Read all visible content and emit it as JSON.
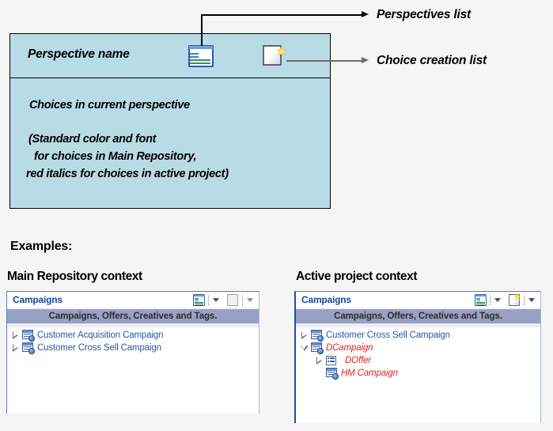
{
  "schematic": {
    "perspective_name_label": "Perspective name",
    "choices_line": "Choices in current perspective",
    "note_line_1": "(Standard color and font",
    "note_line_2": "for choices in Main Repository,",
    "note_line_3": "red italics for choices in active project)",
    "perspectives_icon_name": "perspectives-list-icon",
    "choice_icon_name": "choice-creation-list-icon",
    "box_color": "#b9dbe6",
    "border_color": "#000000"
  },
  "callouts": [
    {
      "label": "Perspectives list"
    },
    {
      "label": "Choice creation list"
    }
  ],
  "examples_heading": "Examples:",
  "panels": [
    {
      "heading": "Main Repository context",
      "title": "Campaigns",
      "subtitle": "Campaigns, Offers, Creatives and Tags.",
      "toolbar": {
        "perspectives_button": "perspectives-list-button",
        "perspectives_caret": "perspectives-dropdown-caret",
        "create_button": "choice-creation-button",
        "create_caret": "choice-creation-dropdown-caret",
        "create_enabled": false
      },
      "tree": [
        {
          "label": "Customer Acquisition Campaign",
          "twisty": "collapsed",
          "icon": "campaign",
          "indent": 0,
          "style": "repository"
        },
        {
          "label": "Customer Cross Sell Campaign",
          "twisty": "collapsed",
          "icon": "campaign",
          "indent": 0,
          "style": "repository"
        }
      ]
    },
    {
      "heading": "Active project context",
      "title": "Campaigns",
      "subtitle": "Campaigns, Offers, Creatives and Tags.",
      "toolbar": {
        "perspectives_button": "perspectives-list-button",
        "perspectives_caret": "perspectives-dropdown-caret",
        "create_button": "choice-creation-button",
        "create_caret": "choice-creation-dropdown-caret",
        "create_enabled": true
      },
      "tree": [
        {
          "label": "Customer Cross Sell Campaign",
          "twisty": "collapsed",
          "icon": "campaign",
          "indent": 0,
          "style": "repository"
        },
        {
          "label": "DCampaign",
          "twisty": "expanded",
          "icon": "campaign",
          "indent": 0,
          "style": "project"
        },
        {
          "label": "DOffer",
          "twisty": "collapsed",
          "icon": "offer",
          "indent": 1,
          "style": "project"
        },
        {
          "label": "HM Campaign",
          "twisty": "none",
          "icon": "campaign",
          "indent": 1,
          "style": "project"
        }
      ]
    }
  ],
  "colors": {
    "repository_text": "#2a55a8",
    "project_text": "#e02020",
    "panel_title": "#18489c",
    "subtitle_bar": "#9aa0c4",
    "page_background": "#f5f5f5"
  }
}
